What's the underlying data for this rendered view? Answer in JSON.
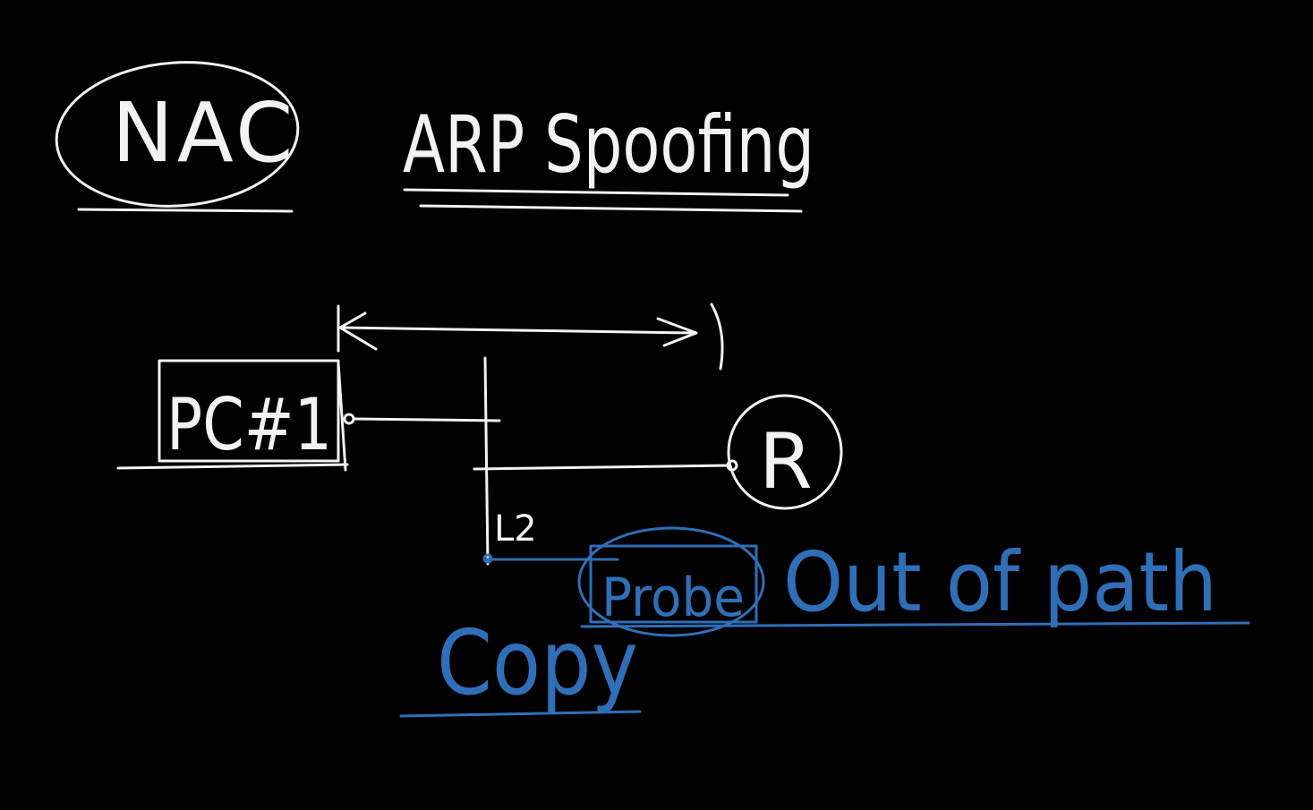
{
  "labels": {
    "nac": "NAC",
    "arp_spoofing": "ARP Spoofing",
    "pc": "PC#1",
    "router": "R",
    "layer": "L2",
    "probe": "Probe",
    "out_of_path": "Out of path",
    "copy": "Copy"
  },
  "colors": {
    "background": "#000000",
    "white_ink": "#f2f2f2",
    "blue_ink": "#2f6fb8"
  }
}
